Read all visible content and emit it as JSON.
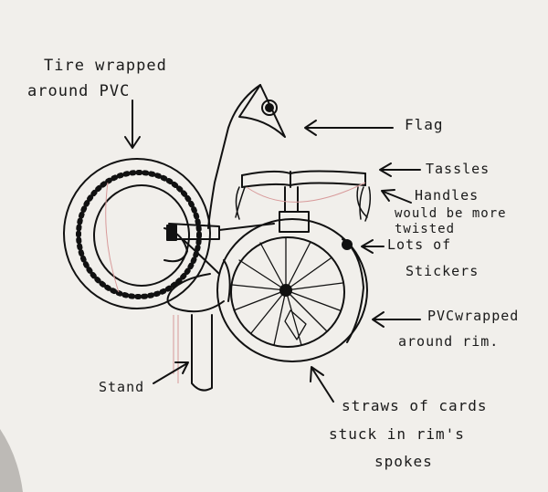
{
  "labels": {
    "tire_line1": "Tire wrapped",
    "tire_line2": "around PVC",
    "flag": "Flag",
    "tassles": "Tassles",
    "handles_line1": "Handles",
    "handles_line2": "would be more",
    "handles_line3": "twisted",
    "lots_line1": "Lots of",
    "lots_line2": "Stickers",
    "pvc_line1": "PVCwrapped",
    "pvc_line2": "around rim.",
    "stand": "Stand",
    "straws_line1": "straws of cards",
    "straws_line2": "stuck in rim's",
    "straws_line3": "spokes"
  },
  "colors": {
    "paper": "#f1efeb",
    "ink": "#111111",
    "pencil_red": "#d89a9a"
  }
}
